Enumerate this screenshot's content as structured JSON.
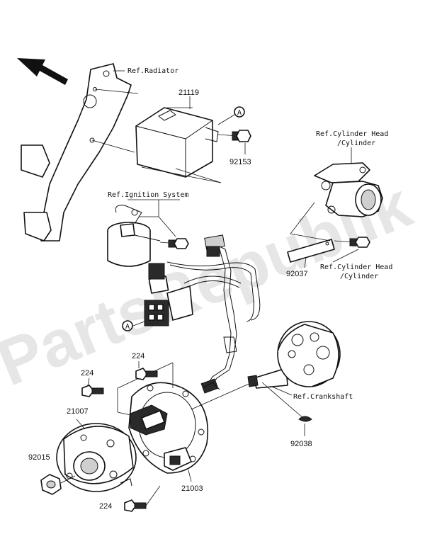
{
  "watermark": "PartsRepublik",
  "references": {
    "radiator": "Ref.Radiator",
    "ignition_system": "Ref.Ignition System",
    "cylinder_head_top_1": "Ref.Cylinder Head",
    "cylinder_head_top_2": "/Cylinder",
    "cylinder_head_bottom_1": "Ref.Cylinder Head",
    "cylinder_head_bottom_2": "/Cylinder",
    "crankshaft": "Ref.Crankshaft"
  },
  "markers": {
    "connector_a_top": "A",
    "connector_a_bottom": "A"
  },
  "part_numbers": {
    "cdi_unit": "21119",
    "bolt_cdi": "92153",
    "bracket": "92037",
    "bolt_224_top": "224",
    "bolt_224_left": "224",
    "bolt_224_bottom": "224",
    "flywheel": "21007",
    "nut": "92015",
    "stator": "21003",
    "woodruff_key": "92038"
  }
}
